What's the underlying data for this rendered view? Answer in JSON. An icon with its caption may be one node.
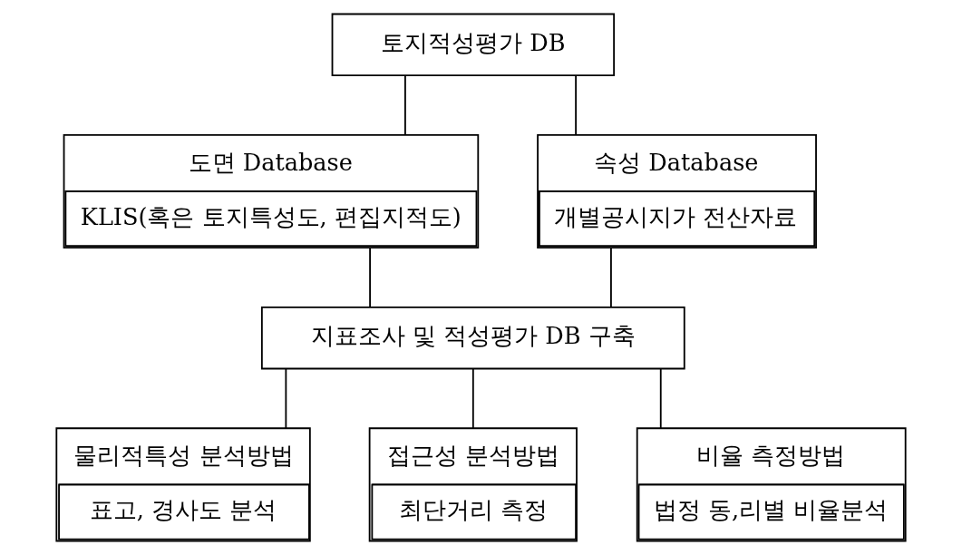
{
  "diagram": {
    "nodes": [
      {
        "text": [
          "토지적성평가 DB"
        ]
      },
      {
        "text": [
          "도면 Database",
          "KLIS(혹은 토지특성도, 편집지적도)"
        ]
      },
      {
        "text": [
          "속성 Database",
          "개별공시지가 전산자료"
        ]
      },
      {
        "text": [
          "지표조사 및 적성평가 DB 구축"
        ]
      },
      {
        "text": [
          "물리적특성 분석방법",
          "표고, 경사도 분석"
        ]
      },
      {
        "text": [
          "접근성 분석방법",
          "최단거리 측정"
        ]
      },
      {
        "text": [
          "비율 측정방법",
          "법정 동,리별 비율분석"
        ]
      }
    ],
    "edges": [
      {
        "from": 0,
        "to": 1,
        "arrow": "none"
      },
      {
        "from": 0,
        "to": 2,
        "arrow": "none"
      },
      {
        "from": 1,
        "to": 3,
        "arrow": "none"
      },
      {
        "from": 2,
        "to": 3,
        "arrow": "none"
      },
      {
        "from": 3,
        "to": 4,
        "arrow": "none"
      },
      {
        "from": 3,
        "to": 5,
        "arrow": "none"
      },
      {
        "from": 3,
        "to": 6,
        "arrow": "none"
      }
    ]
  }
}
